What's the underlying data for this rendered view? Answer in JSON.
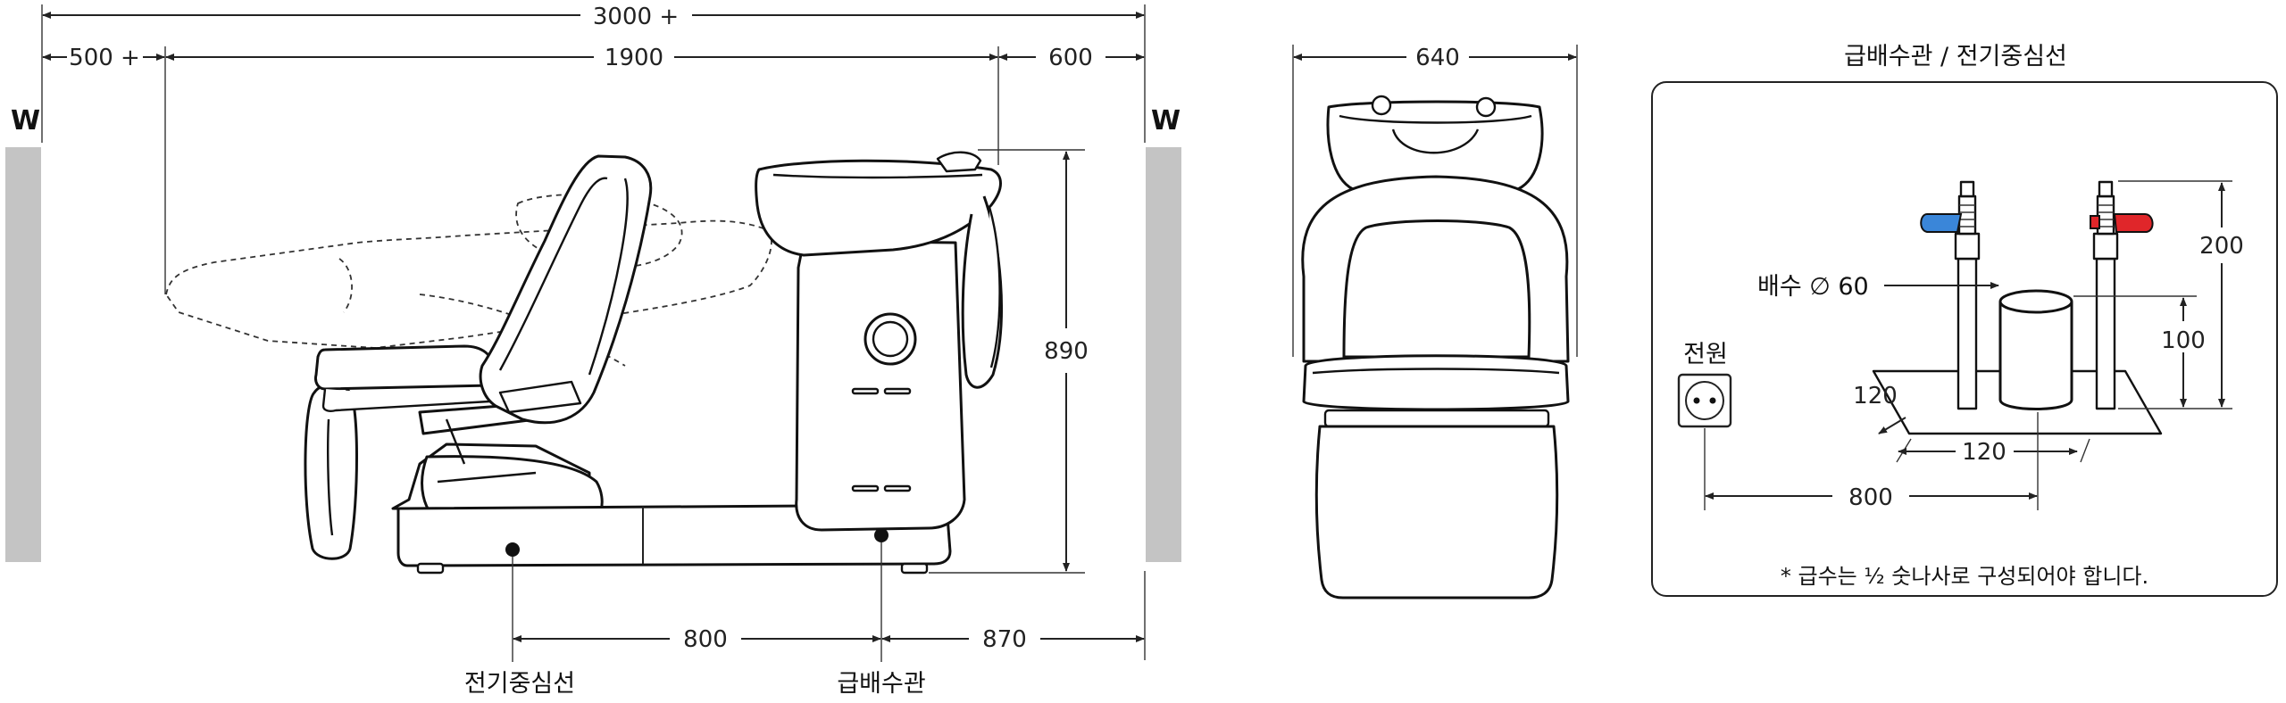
{
  "side_view": {
    "total_width": "3000 +",
    "left_clearance": "500 +",
    "chair_length": "1900",
    "right_clearance": "600",
    "height": "890",
    "wall_left": "W",
    "wall_right": "W",
    "electric_to_water": "800",
    "water_to_wall": "870",
    "electric_center_label": "전기중심선",
    "water_supply_label": "급배수관"
  },
  "front_view": {
    "width": "640"
  },
  "detail": {
    "title": "급배수관 / 전기중심선",
    "drain_label": "배수 ∅ 60",
    "power_label": "전원",
    "dim_120_diag": "120",
    "dim_120_horiz": "120",
    "dim_800": "800",
    "dim_100": "100",
    "dim_200": "200",
    "note": "* 급수는 ½ 숫나사로 구성되어야 합니다.",
    "valve_colors": {
      "cold": "#3a86d9",
      "hot": "#e0262a"
    }
  }
}
